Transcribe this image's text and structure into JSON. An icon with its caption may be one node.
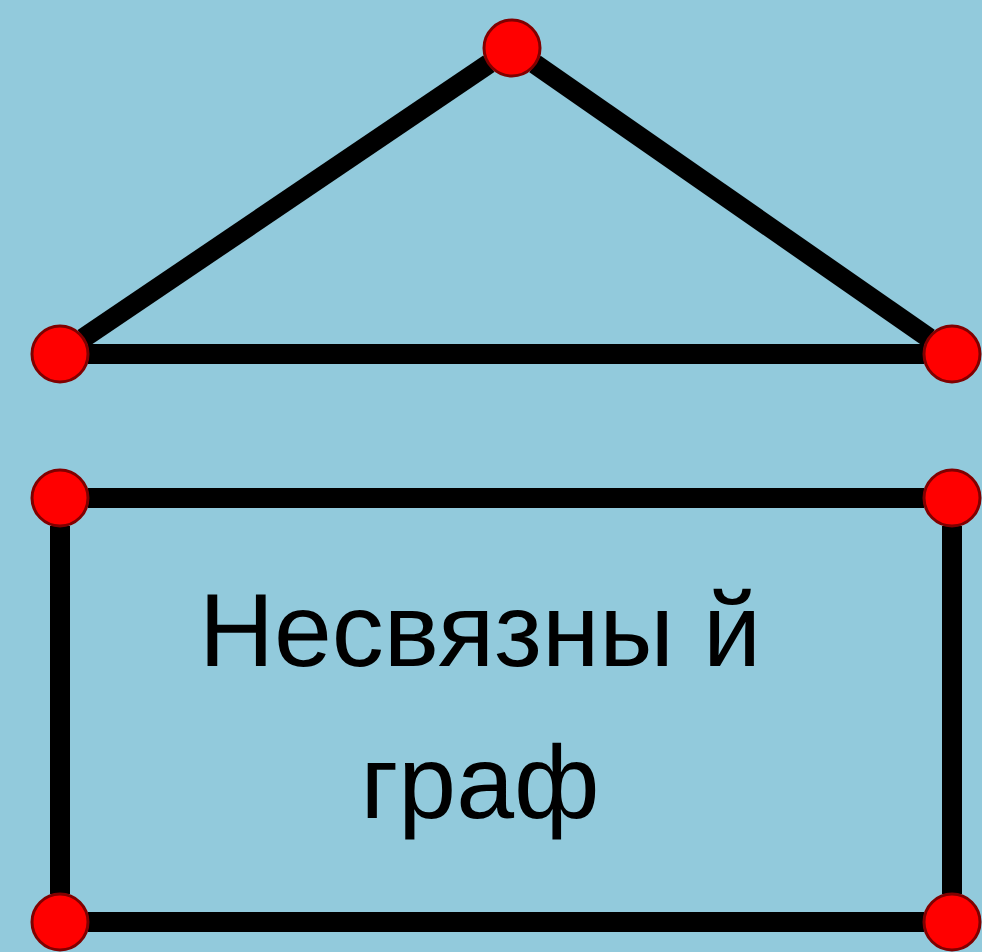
{
  "diagram": {
    "nodes": [
      {
        "text": [],
        "shape": "circle"
      },
      {
        "text": [],
        "shape": "circle"
      },
      {
        "text": [],
        "shape": "circle"
      },
      {
        "text": [],
        "shape": "circle"
      },
      {
        "text": [],
        "shape": "circle"
      },
      {
        "text": [],
        "shape": "circle"
      },
      {
        "text": [],
        "shape": "circle"
      }
    ],
    "edges": [
      {
        "from": 0,
        "to": 1,
        "arrow": "none"
      },
      {
        "from": 0,
        "to": 2,
        "arrow": "none"
      },
      {
        "from": 1,
        "to": 2,
        "arrow": "none"
      },
      {
        "from": 3,
        "to": 4,
        "arrow": "none"
      },
      {
        "from": 4,
        "to": 6,
        "arrow": "none"
      },
      {
        "from": 6,
        "to": 5,
        "arrow": "none"
      },
      {
        "from": 5,
        "to": 3,
        "arrow": "none"
      }
    ],
    "labels": [
      "Несвязны й граф"
    ]
  }
}
